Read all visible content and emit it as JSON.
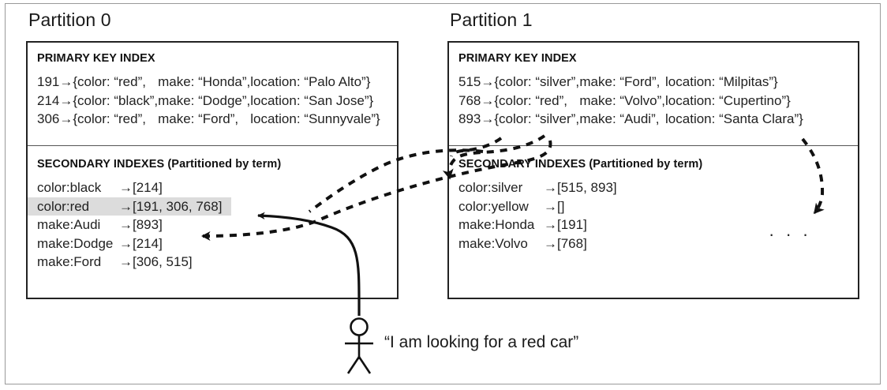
{
  "partitions": [
    {
      "title": "Partition 0",
      "primary": {
        "heading": "PRIMARY KEY INDEX",
        "rows": [
          {
            "key": "191",
            "arrow": "→",
            "color": "{color: “red”,",
            "make": "make: “Honda”,",
            "location": "location: “Palo Alto”}"
          },
          {
            "key": "214",
            "arrow": "→",
            "color": "{color: “black”,",
            "make": "make: “Dodge”,",
            "location": "location: “San Jose”}"
          },
          {
            "key": "306",
            "arrow": "→",
            "color": "{color: “red”,",
            "make": "make: “Ford”,",
            "location": "location: “Sunnyvale”}"
          }
        ]
      },
      "secondary": {
        "heading": "SECONDARY INDEXES (Partitioned by term)",
        "rows": [
          {
            "term": "color:black",
            "arrow": "→",
            "postings": "[214]",
            "highlighted": false
          },
          {
            "term": "color:red",
            "arrow": "→",
            "postings": "[191, 306, 768]",
            "highlighted": true
          },
          {
            "term": "make:Audi",
            "arrow": "→",
            "postings": "[893]",
            "highlighted": false
          },
          {
            "term": "make:Dodge",
            "arrow": "→",
            "postings": "[214]",
            "highlighted": false
          },
          {
            "term": "make:Ford",
            "arrow": "→",
            "postings": "[306, 515]",
            "highlighted": false
          }
        ]
      }
    },
    {
      "title": "Partition 1",
      "primary": {
        "heading": "PRIMARY KEY INDEX",
        "rows": [
          {
            "key": "515",
            "arrow": "→",
            "color": "{color: “silver”,",
            "make": "make: “Ford”,",
            "location": "location: “Milpitas”}"
          },
          {
            "key": "768",
            "arrow": "→",
            "color": "{color: “red”,",
            "make": "make: “Volvo”,",
            "location": "location: “Cupertino”}"
          },
          {
            "key": "893",
            "arrow": "→",
            "color": "{color: “silver”,",
            "make": "make: “Audi”,",
            "location": "location: “Santa Clara”}"
          }
        ]
      },
      "secondary": {
        "heading": "SECONDARY INDEXES (Partitioned by term)",
        "rows": [
          {
            "term": "color:silver",
            "arrow": "→",
            "postings": "[515, 893]",
            "highlighted": false
          },
          {
            "term": "color:yellow",
            "arrow": "→",
            "postings": "[]",
            "highlighted": false
          },
          {
            "term": "make:Honda",
            "arrow": "→",
            "postings": "[191]",
            "highlighted": false
          },
          {
            "term": "make:Volvo",
            "arrow": "→",
            "postings": "[768]",
            "highlighted": false
          }
        ],
        "ellipsis": "· · ·"
      }
    }
  ],
  "user": {
    "icon": "stick-figure-person-icon",
    "quote": "“I am looking for a red car”"
  },
  "colors": {
    "highlight": "#dcdcdc",
    "box_border": "#222222",
    "frame_border": "#9a9a9a",
    "text": "#1a1a1a"
  }
}
